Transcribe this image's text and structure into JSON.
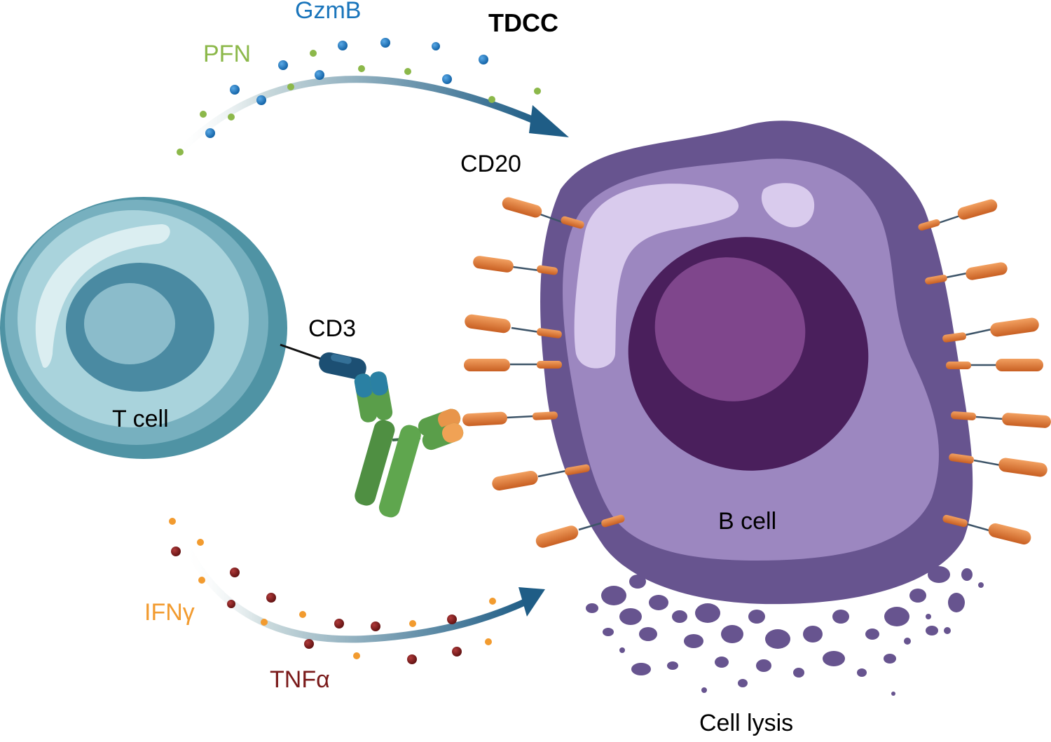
{
  "labels": {
    "tdcc": "TDCC",
    "gzmb": "GzmB",
    "pfn": "PFN",
    "cd20": "CD20",
    "cd3": "CD3",
    "t_cell": "T cell",
    "b_cell": "B cell",
    "ifng": "IFNγ",
    "tnfa": "TNFα",
    "cell_lysis": "Cell lysis"
  },
  "colors": {
    "gzmb": "#1a75bb",
    "pfn": "#8cb84a",
    "ifng": "#f29b2f",
    "tnfa": "#7a1a1a",
    "text": "#000000",
    "t_cell": "#5a9fb0",
    "b_cell_outer": "#67548f",
    "b_cell_mid": "#9c87c0",
    "b_cell_nucleus": "#4a1f5c",
    "b_cell_nucleolus": "#7f468c",
    "antibody": "#5a9e4a",
    "cd20": "#e07a36",
    "arrow": "#2a6a92"
  }
}
